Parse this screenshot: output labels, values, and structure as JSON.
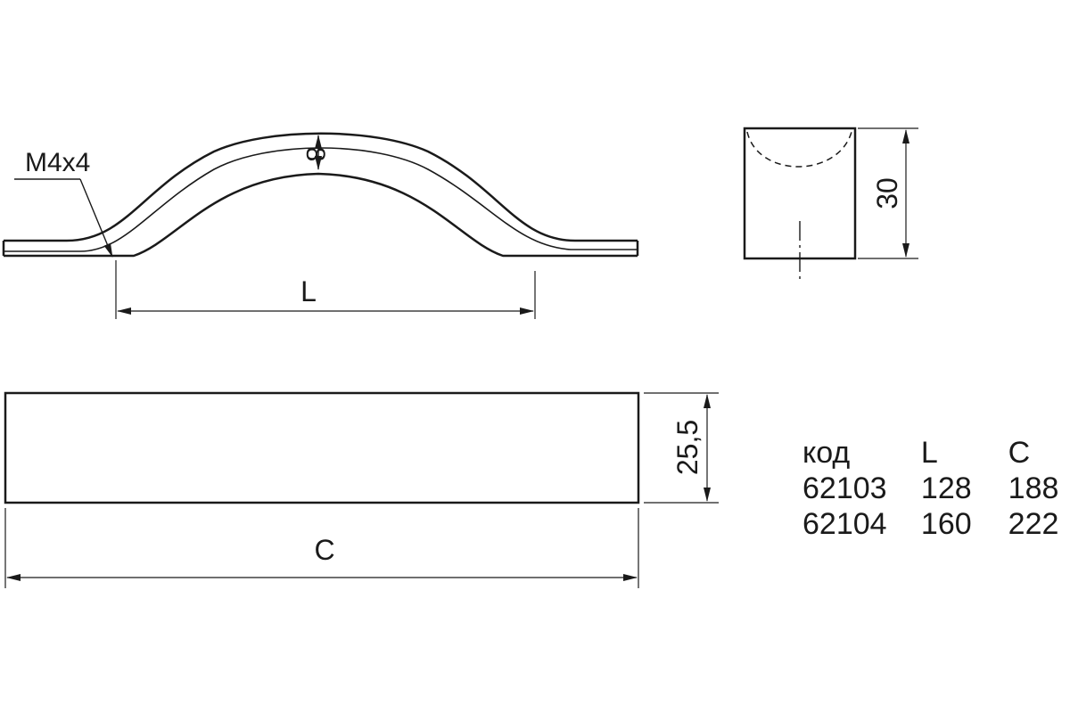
{
  "labels": {
    "thread": "M4x4",
    "thickness": "8",
    "length_L": "L",
    "height": "30",
    "width": "25,5",
    "length_C": "C"
  },
  "table": {
    "headers": [
      "код",
      "L",
      "C"
    ],
    "rows": [
      [
        "62103",
        "128",
        "188"
      ],
      [
        "62104",
        "160",
        "222"
      ]
    ]
  },
  "colors": {
    "line": "#1a1a1a",
    "background": "#ffffff"
  }
}
